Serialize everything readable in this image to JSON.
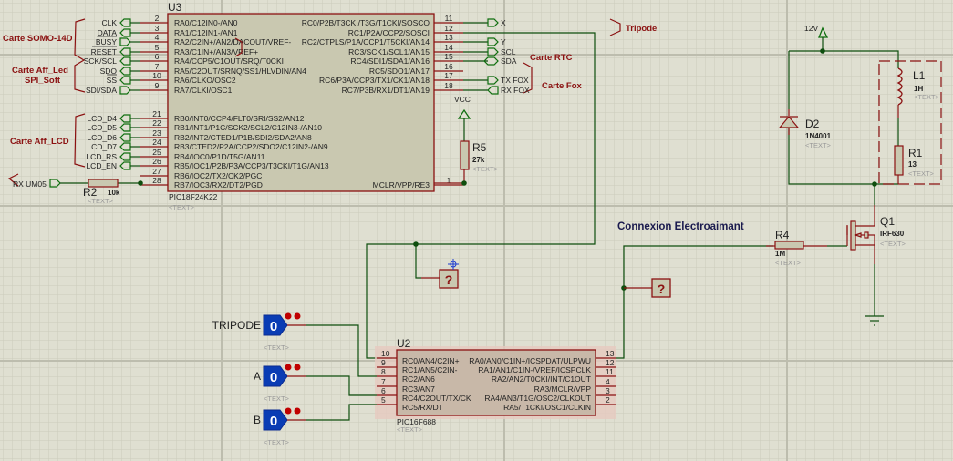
{
  "colors": {
    "background": "#dfdfd1",
    "grid_minor": "#cbcbbc",
    "grid_major": "#bdbdae",
    "wire": "#0e4e0e",
    "pin": "#8b1111",
    "chip_fill": "#c9c8b0",
    "chip_border": "#8b1111",
    "u2_fill": "#c8b8a8",
    "u2_halo": "#e8c8c0",
    "group_label": "#8b1111",
    "logic_state": "#0a3cb4",
    "title": "#1a1a4e"
  },
  "u3": {
    "ref": "U3",
    "part": "PIC18F24K22",
    "text_placeholder": "<TEXT>",
    "left_pins": [
      {
        "num": "2",
        "name": "RA0/C12IN0-/AN0"
      },
      {
        "num": "3",
        "name": "RA1/C12IN1-/AN1"
      },
      {
        "num": "4",
        "name": "RA2/C2IN+/AN2/DACOUT/VREF-"
      },
      {
        "num": "5",
        "name": "RA3/C1IN+/AN3/VREF+"
      },
      {
        "num": "6",
        "name": "RA4/CCP5/C1OUT/SRQ/T0CKI"
      },
      {
        "num": "7",
        "name": "RA5/C2OUT/SRNQ/SS1/HLVDIN/AN4"
      },
      {
        "num": "10",
        "name": "RA6/CLKO/OSC2"
      },
      {
        "num": "9",
        "name": "RA7/CLKI/OSC1"
      },
      {
        "num": "21",
        "name": "RB0/INT0/CCP4/FLT0/SRI/SS2/AN12"
      },
      {
        "num": "22",
        "name": "RB1/INT1/P1C/SCK2/SCL2/C12IN3-/AN10"
      },
      {
        "num": "23",
        "name": "RB2/INT2/CTED1/P1B/SDI2/SDA2/AN8"
      },
      {
        "num": "24",
        "name": "RB3/CTED2/P2A/CCP2/SDO2/C12IN2-/AN9"
      },
      {
        "num": "25",
        "name": "RB4/IOC0/P1D/T5G/AN11"
      },
      {
        "num": "26",
        "name": "RB5/IOC1/P2B/P3A/CCP3/T3CKI/T1G/AN13"
      },
      {
        "num": "27",
        "name": "RB6/IOC2/TX2/CK2/PGC"
      },
      {
        "num": "28",
        "name": "RB7/IOC3/RX2/DT2/PGD"
      }
    ],
    "right_pins": [
      {
        "num": "11",
        "name": "RC0/P2B/T3CKI/T3G/T1CKI/SOSCO"
      },
      {
        "num": "12",
        "name": "RC1/P2A/CCP2/SOSCI"
      },
      {
        "num": "13",
        "name": "RC2/CTPLS/P1A/CCP1/T5CKI/AN14"
      },
      {
        "num": "14",
        "name": "RC3/SCK1/SCL1/AN15"
      },
      {
        "num": "15",
        "name": "RC4/SDI1/SDA1/AN16"
      },
      {
        "num": "16",
        "name": "RC5/SDO1/AN17"
      },
      {
        "num": "17",
        "name": "RC6/P3A/CCP3/TX1/CK1/AN18"
      },
      {
        "num": "18",
        "name": "RC7/P3B/RX1/DT1/AN19"
      },
      {
        "num": "1",
        "name": "MCLR/VPP/RE3"
      }
    ]
  },
  "u2": {
    "ref": "U2",
    "part": "PIC16F688",
    "text_placeholder": "<TEXT>",
    "left_pins": [
      {
        "num": "10",
        "name": "RC0/AN4/C2IN+"
      },
      {
        "num": "9",
        "name": "RC1/AN5/C2IN-"
      },
      {
        "num": "8",
        "name": "RC2/AN6"
      },
      {
        "num": "7",
        "name": "RC3/AN7"
      },
      {
        "num": "6",
        "name": "RC4/C2OUT/TX/CK"
      },
      {
        "num": "5",
        "name": "RC5/RX/DT"
      }
    ],
    "right_pins": [
      {
        "num": "13",
        "name": "RA0/AN0/C1IN+/ICSPDAT/ULPWU"
      },
      {
        "num": "12",
        "name": "RA1/AN1/C1IN-/VREF/ICSPCLK"
      },
      {
        "num": "11",
        "name": "RA2/AN2/T0CKI/INT/C1OUT"
      },
      {
        "num": "4",
        "name": "RA3/MCLR/VPP"
      },
      {
        "num": "3",
        "name": "RA4/AN3/T1G/OSC2/CLKOUT"
      },
      {
        "num": "2",
        "name": "RA5/T1CKI/OSC1/CLKIN"
      }
    ]
  },
  "terminals_left": [
    "CLK",
    "DATA",
    "BUSY",
    "RESET",
    "SCK/SCL",
    "SDO",
    "SS",
    "SDI/SDA",
    "LCD_D4",
    "LCD_D5",
    "LCD_D6",
    "LCD_D7",
    "LCD_RS",
    "LCD_EN"
  ],
  "terminals_right": [
    "X",
    "Y",
    "SCL",
    "SDA",
    "TX FOX",
    "RX FOX"
  ],
  "rx_terminal": "RX UM05",
  "groups": {
    "somo": "Carte SOMO-14D",
    "led1": "Carte Aff_Led",
    "led2": "SPI_Soft",
    "lcd": "Carte Aff_LCD",
    "rtc": "Carte RTC",
    "fox": "Carte Fox",
    "tripode": "Tripode"
  },
  "components": {
    "r2": {
      "ref": "R2",
      "value": "10k",
      "text": "<TEXT>"
    },
    "r5": {
      "ref": "R5",
      "value": "27k",
      "text": "<TEXT>"
    },
    "r4": {
      "ref": "R4",
      "value": "1M",
      "text": "<TEXT>"
    },
    "r1": {
      "ref": "R1",
      "value": "13",
      "text": "<TEXT>"
    },
    "l1": {
      "ref": "L1",
      "value": "1H",
      "text": "<TEXT>"
    },
    "d2": {
      "ref": "D2",
      "value": "1N4001",
      "text": "<TEXT>"
    },
    "q1": {
      "ref": "Q1",
      "value": "IRF630",
      "text": "<TEXT>"
    }
  },
  "power": {
    "vcc": "VCC",
    "v12": "12V"
  },
  "title_connexion": "Connexion Electroaimant",
  "logic_states": [
    {
      "label": "TRIPODE",
      "value": "0",
      "text": "<TEXT>"
    },
    {
      "label": "A",
      "value": "0",
      "text": "<TEXT>"
    },
    {
      "label": "B",
      "value": "0",
      "text": "<TEXT>"
    }
  ],
  "probe_symbol": "?"
}
